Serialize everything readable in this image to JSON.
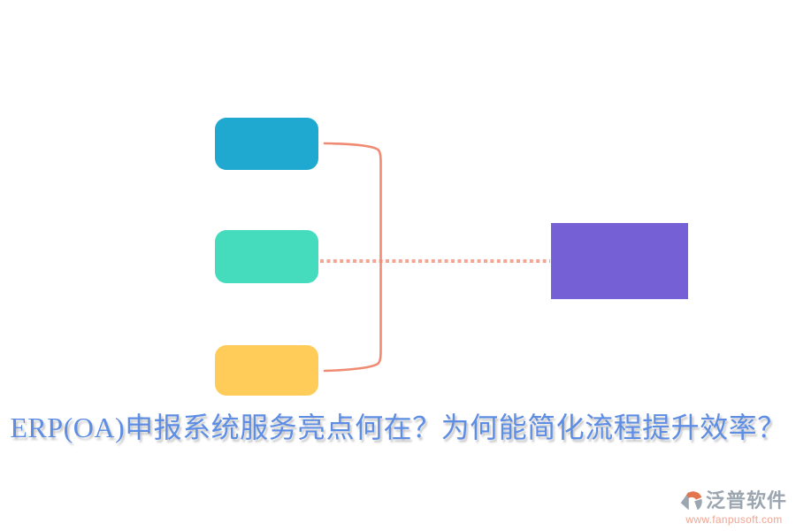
{
  "title": {
    "text": "ERP(OA)申报系统服务亮点何在？为何能简化流程提升效率？",
    "color": "#5E8DE4"
  },
  "diagram": {
    "node_top_color": "#1FA9D1",
    "node_middle_color": "#45DCBD",
    "node_bottom_color": "#FFCC59",
    "node_result_color": "#7560D5",
    "connector_color": "#F08B73",
    "dotted_connector_color": "#F5A593"
  },
  "watermark": {
    "brand": "泛普软件",
    "url": "www.fanpusoft.com",
    "brand_color": "#9CA6B0",
    "url_color": "#F0A592",
    "icon": "fanpu-pinwheel-icon",
    "icon_gray": "#9CA6B0",
    "icon_orange": "#E2744E"
  }
}
